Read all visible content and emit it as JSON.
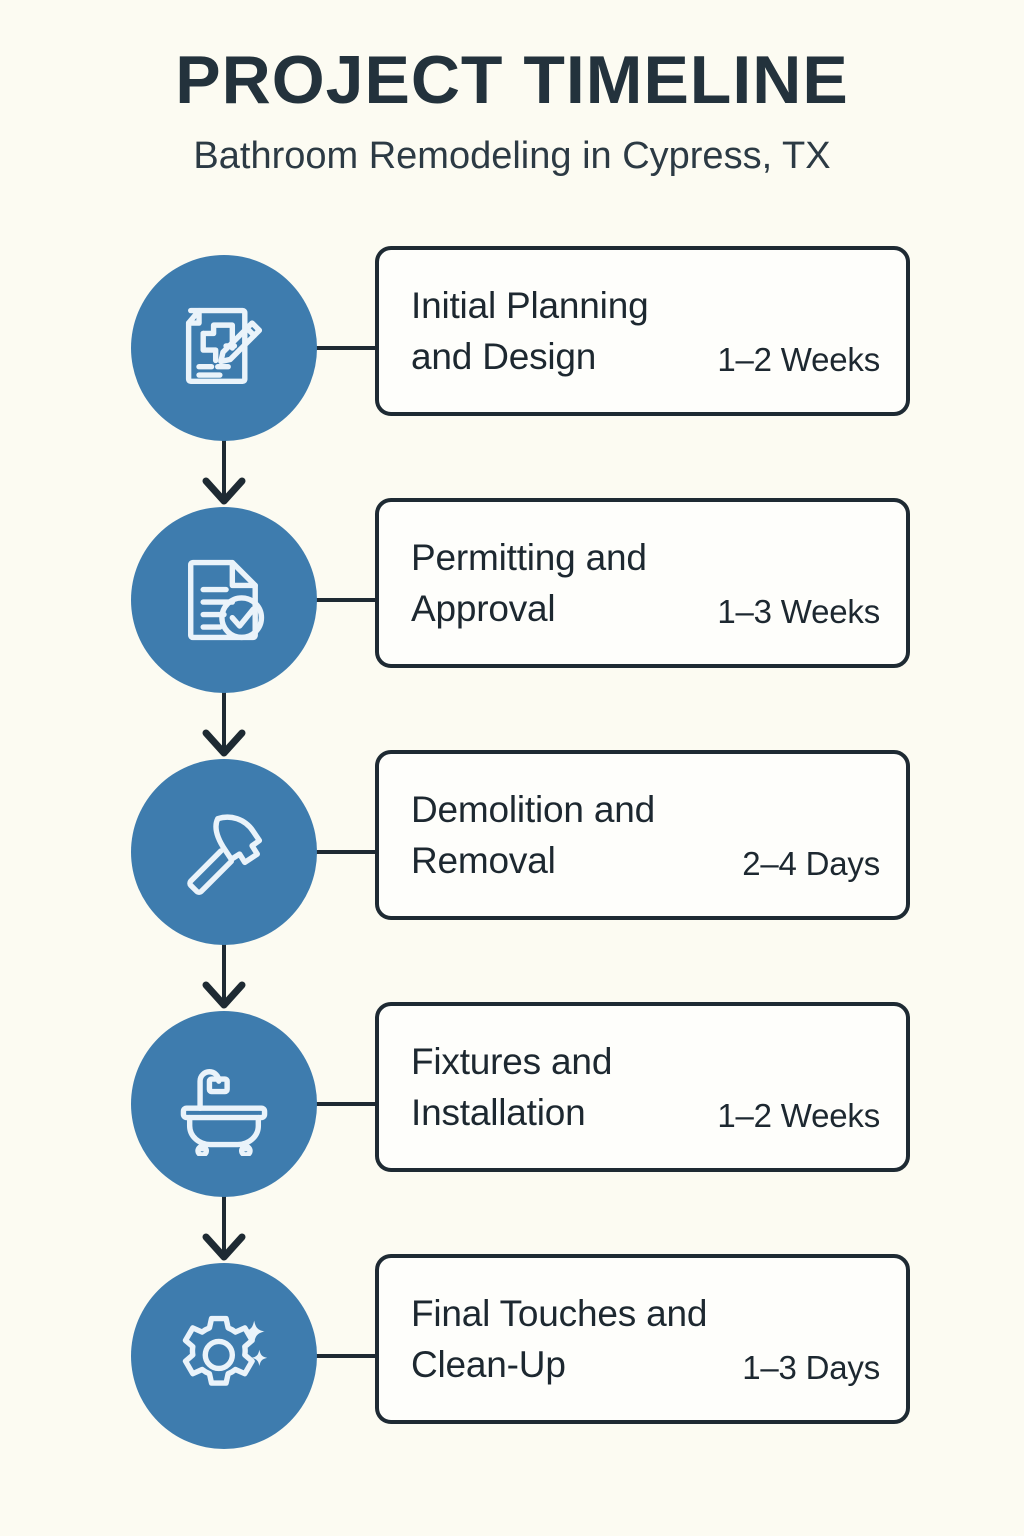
{
  "header": {
    "title": "PROJECT TIMELINE",
    "subtitle": "Bathroom Remodeling in Cypress, TX"
  },
  "colors": {
    "background": "#FCFBF2",
    "node_blue": "#3E7CAE",
    "icon_stroke": "#EAF3FA",
    "card_fill": "#FEFEFB",
    "outline_dark": "#1E2A33",
    "title_text": "#23323C"
  },
  "timeline": {
    "steps": [
      {
        "label": "Initial Planning and Design",
        "duration": "1–2 Weeks",
        "icon": "blueprint-pencil-icon"
      },
      {
        "label": "Permitting and Approval",
        "duration": "1–3 Weeks",
        "icon": "document-check-icon"
      },
      {
        "label": "Demolition and Removal",
        "duration": "2–4 Days",
        "icon": "hammer-icon"
      },
      {
        "label": "Fixtures and Installation",
        "duration": "1–2 Weeks",
        "icon": "bathtub-shower-icon"
      },
      {
        "label": "Final Touches and Clean-Up",
        "duration": "1–3 Days",
        "icon": "gear-sparkle-icon"
      }
    ]
  }
}
